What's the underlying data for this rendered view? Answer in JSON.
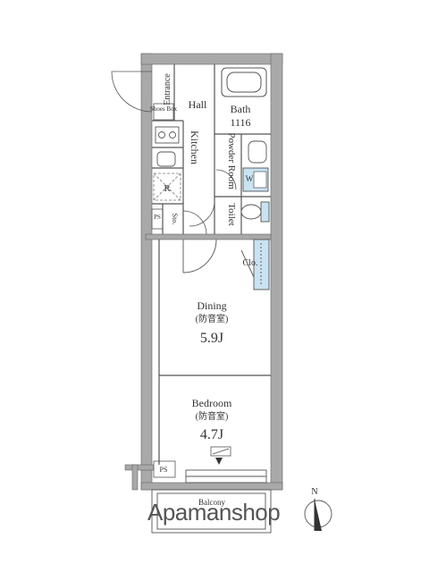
{
  "rooms": {
    "entrance": "Entrance",
    "shoes_box": "Shoes Box",
    "hall": "Hall",
    "bath": "Bath",
    "bath_size": "1116",
    "kitchen": "Kitchen",
    "powder_room": "Powder Room",
    "washer": "W",
    "refrigerator": "R",
    "ps_top": "PS",
    "storage": "Sto.",
    "toilet": "Toilet",
    "closet": "Clo.",
    "dining": "Dining",
    "dining_note": "(防音室)",
    "dining_size": "5.9J",
    "bedroom": "Bedroom",
    "bedroom_note": "(防音室)",
    "bedroom_size": "4.7J",
    "ps_bottom": "PS",
    "balcony": "Balcony"
  },
  "compass": {
    "north": "N"
  },
  "watermark": "Apamanshop",
  "colors": {
    "wall": "#a9a9a9",
    "blue": "#c9e3f2",
    "line": "#444444"
  }
}
